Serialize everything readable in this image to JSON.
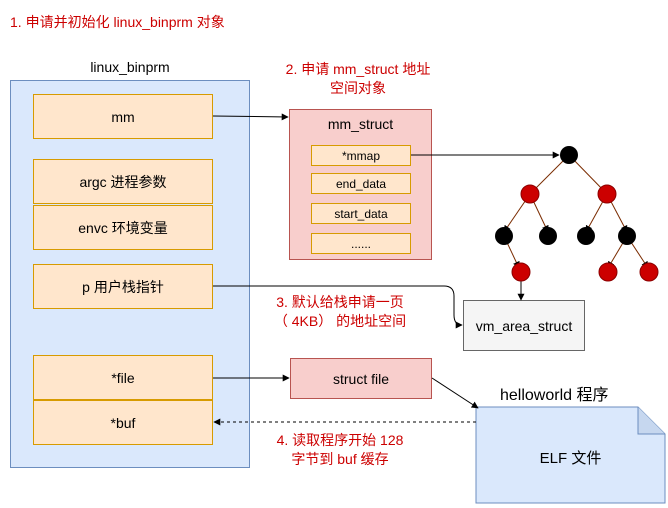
{
  "step1": "1. 申请并初始化 linux_binprm 对象",
  "step2": [
    "2. 申请 mm_struct 地址",
    "空间对象"
  ],
  "step3": [
    "3. 默认给栈申请一页",
    "（ 4KB） 的地址空间"
  ],
  "step4": [
    "4. 读取程序开始 128",
    "字节到 buf 缓存"
  ],
  "linux_binprm": {
    "title": "linux_binprm",
    "fields": [
      "mm",
      "argc 进程参数",
      "envc 环境变量",
      "p 用户栈指针",
      "*file",
      "*buf"
    ]
  },
  "mm_struct": {
    "title": "mm_struct",
    "fields": [
      "*mmap",
      "end_data",
      "start_data",
      "......"
    ]
  },
  "vm_area_struct": "vm_area_struct",
  "struct_file": "struct file",
  "helloworld_label": "helloworld 程序",
  "elf_file": "ELF 文件",
  "colors": {
    "annotation": "#cc0000",
    "panel_fill": "#dae8fc",
    "panel_stroke": "#6c8ebf",
    "field_fill": "#ffe6cc",
    "field_stroke": "#d79b00",
    "struct_fill": "#f8cecc",
    "struct_stroke": "#b85450",
    "tree_red": "#cc0000",
    "tree_black": "#000000",
    "tree_edge": "#7a2b00"
  }
}
